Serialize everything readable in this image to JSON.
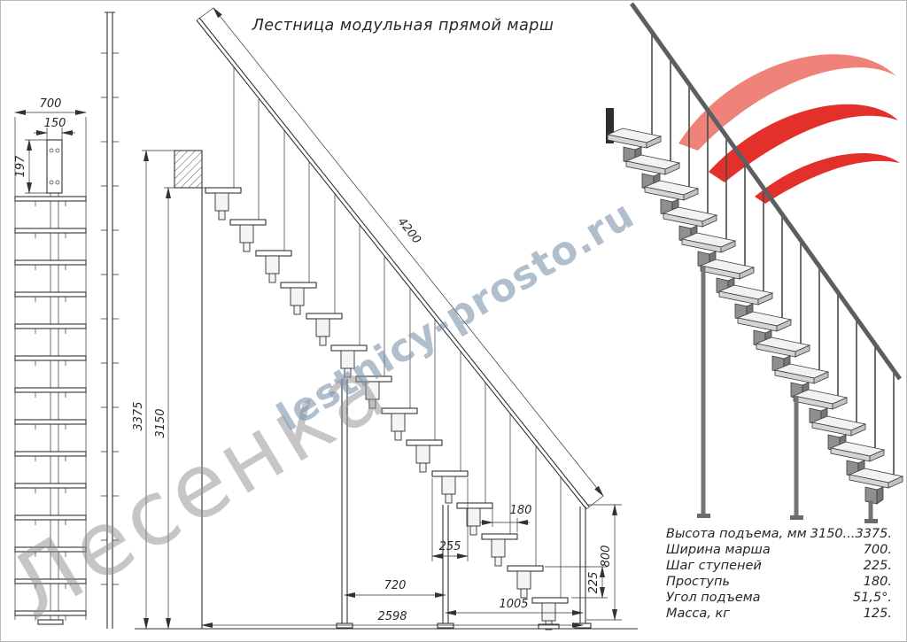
{
  "title": "Лестница модульная прямой марш",
  "watermark": {
    "brand": "Лесенка",
    "site": "lestnicy-prosto.ru"
  },
  "front_view": {
    "width": "700",
    "beam_width": "150",
    "bracket_height": "197"
  },
  "side_view": {
    "total_height": "3375",
    "flight_height": "3150",
    "flight_length": "4200",
    "post_spacing": "720",
    "total_run": "2598",
    "tread_depth": "255",
    "tread_run": "180",
    "bottom_span": "1005",
    "step_rise": "225",
    "rail_height": "800"
  },
  "specs": {
    "rows": [
      {
        "label": "Высота подъема, мм",
        "value": "3150...3375."
      },
      {
        "label": "Ширина марша",
        "value": "700."
      },
      {
        "label": "Шаг ступеней",
        "value": "225."
      },
      {
        "label": "Проступь",
        "value": "180."
      },
      {
        "label": "Угол подъема",
        "value": "51,5°."
      },
      {
        "label": "Масса, кг",
        "value": "125."
      }
    ]
  },
  "colors": {
    "logo_red": "#e2251f",
    "logo_light": "#ef7d72",
    "watermark_gray": "#8f8f8f",
    "watermark_blue": "#7e94ab"
  }
}
